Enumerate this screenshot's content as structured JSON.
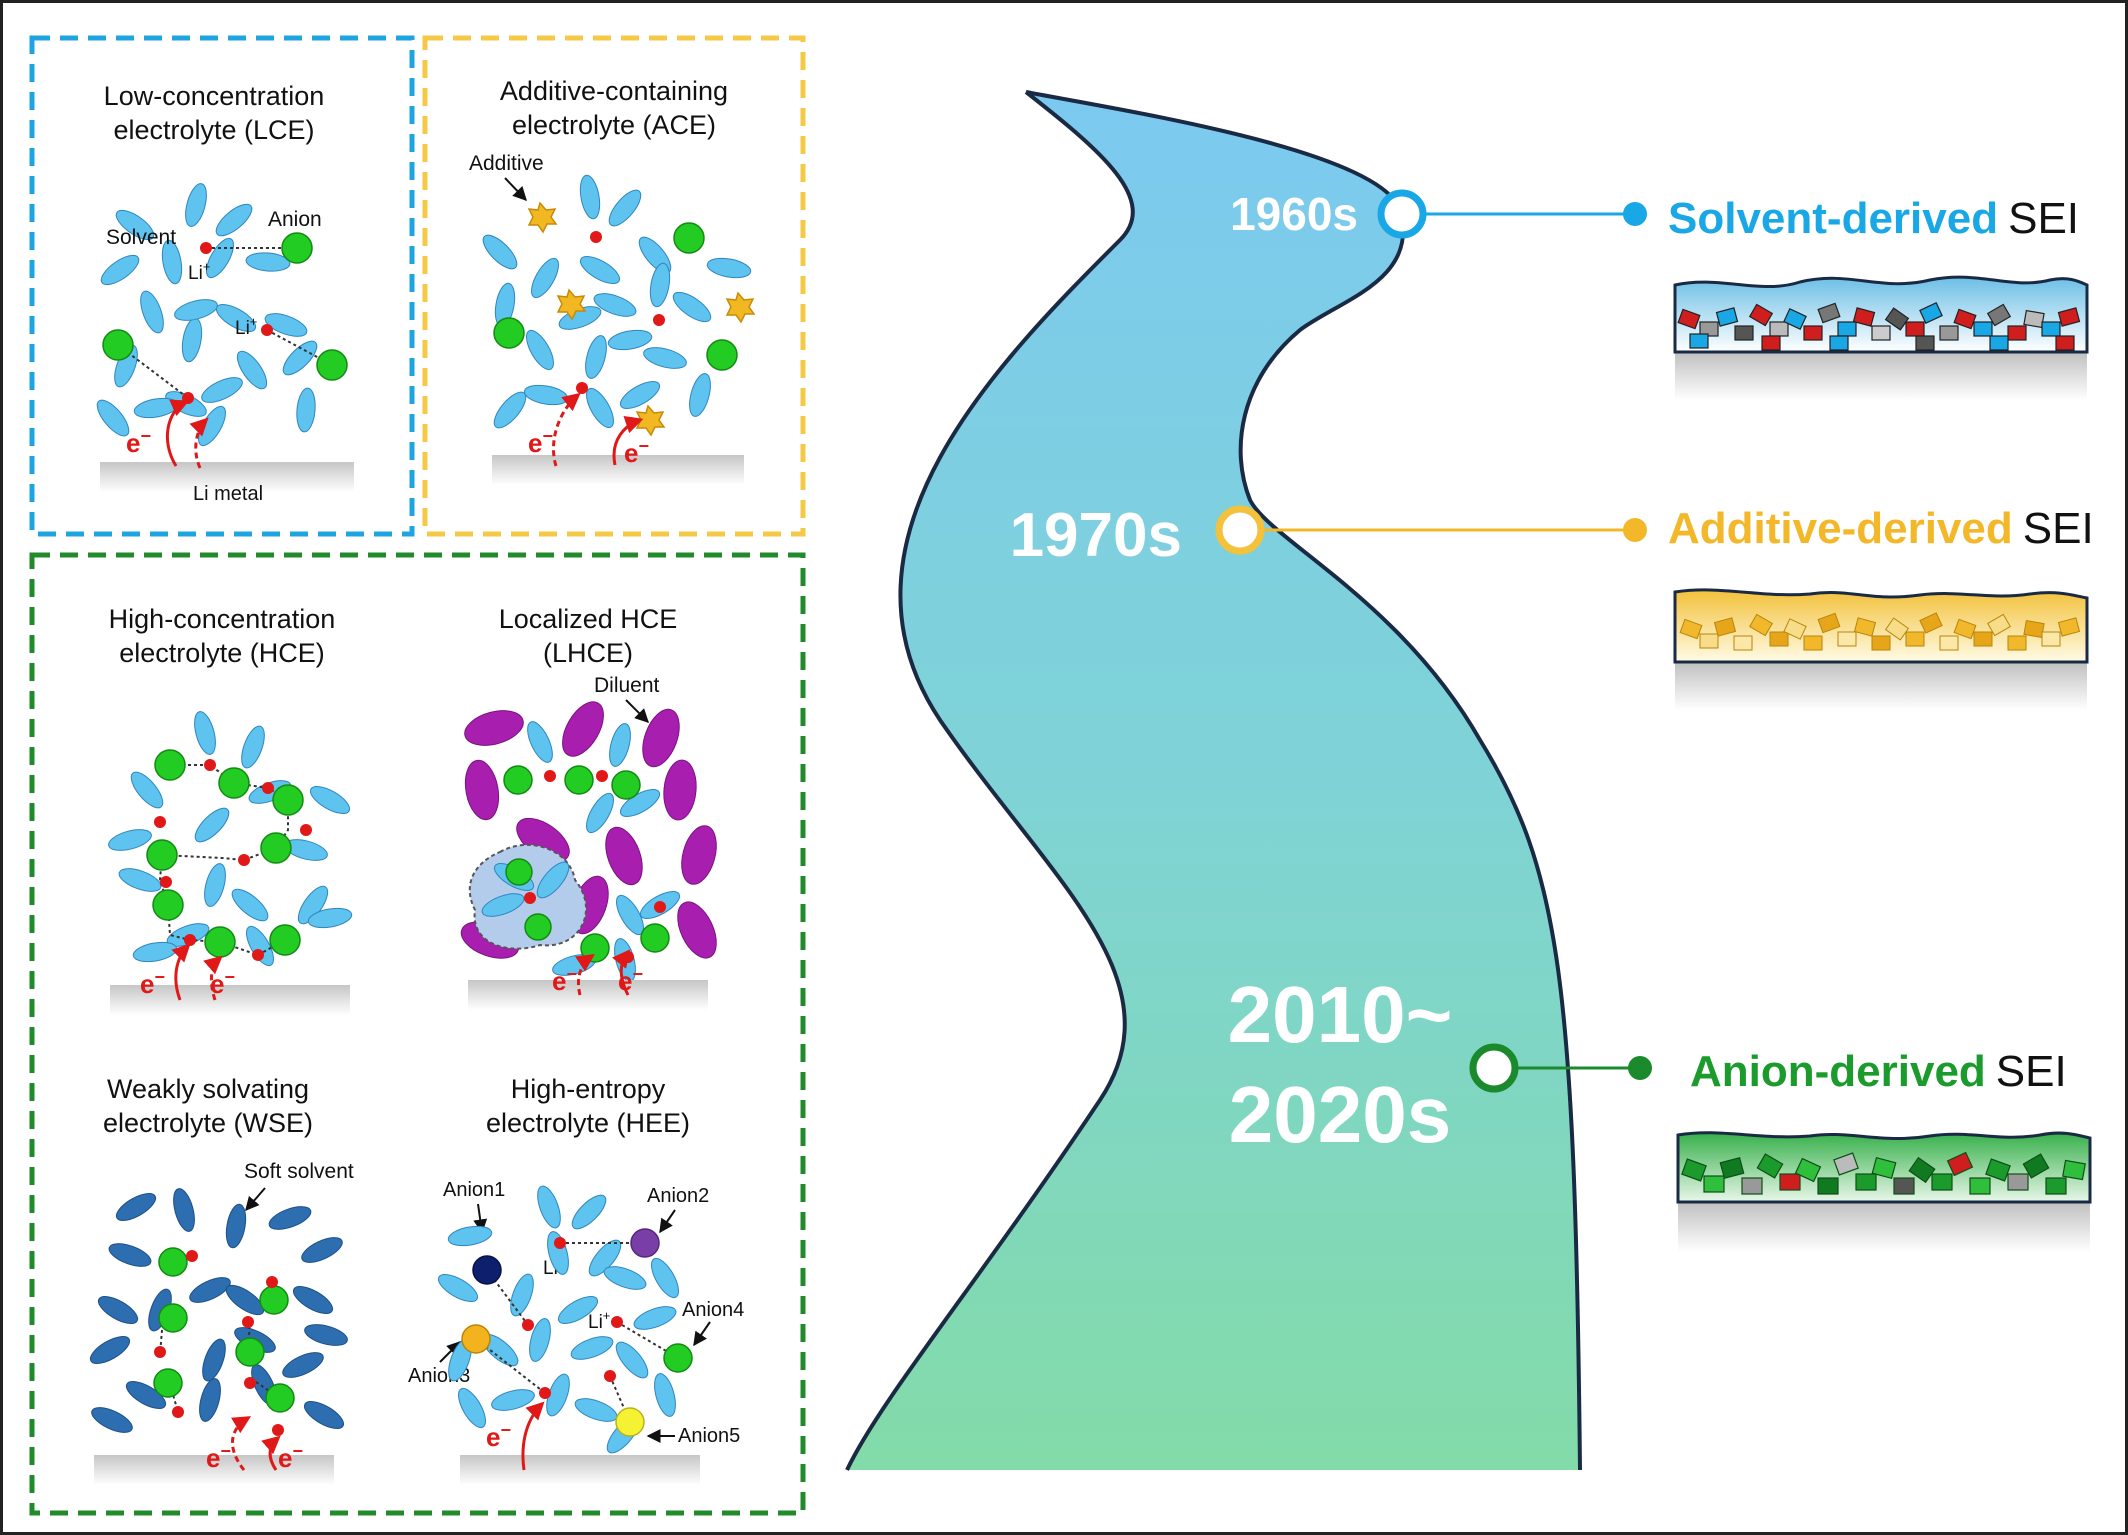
{
  "panels": {
    "lce": {
      "title_line1": "Low-concentration",
      "title_line2": "electrolyte (LCE)",
      "labels": {
        "solvent": "Solvent",
        "anion": "Anion",
        "li1": "Li",
        "li2": "Li",
        "li_metal": "Li metal"
      }
    },
    "ace": {
      "title_line1": "Additive-containing",
      "title_line2": "electrolyte (ACE)",
      "labels": {
        "additive": "Additive"
      }
    },
    "hce": {
      "title_line1": "High-concentration",
      "title_line2": "electrolyte (HCE)"
    },
    "lhce": {
      "title_line1": "Localized HCE",
      "title_line2": "(LHCE)",
      "labels": {
        "diluent": "Diluent"
      }
    },
    "wse": {
      "title_line1": "Weakly solvating",
      "title_line2": "electrolyte (WSE)",
      "labels": {
        "soft_solvent": "Soft solvent"
      }
    },
    "hee": {
      "title_line1": "High-entropy",
      "title_line2": "electrolyte (HEE)",
      "labels": {
        "anion1": "Anion1",
        "anion2": "Anion2",
        "anion3": "Anion3",
        "anion4": "Anion4",
        "anion5": "Anion5",
        "li1": "Li",
        "li2": "Li"
      }
    },
    "electron_label": "e",
    "superscript_minus": "−",
    "superscript_plus": "+"
  },
  "timeline": {
    "era_1960s": "1960s",
    "era_1970s": "1970s",
    "era_2010_line1": "2010~",
    "era_2010_line2": "2020s"
  },
  "sei": {
    "solvent": {
      "prefix": "Solvent-derived",
      "suffix": "SEI"
    },
    "additive": {
      "prefix": "Additive-derived",
      "suffix": "SEI"
    },
    "anion": {
      "prefix": "Anion-derived",
      "suffix": "SEI"
    }
  },
  "colors": {
    "blue_frame": "#1ea4e0",
    "yellow_frame": "#f5c945",
    "green_frame": "#218a2a",
    "solvent_blue": "#5ec3ee",
    "dark_solvent": "#2d6eb0",
    "anion_green": "#22cc22",
    "li_red": "#e01818",
    "diluent_purple": "#a81fb0",
    "additive_gold": "#f2b822",
    "sei_blue_text": "#1aa7e6",
    "sei_yellow_text": "#f3b72a",
    "sei_green_text": "#1b9b2c"
  }
}
